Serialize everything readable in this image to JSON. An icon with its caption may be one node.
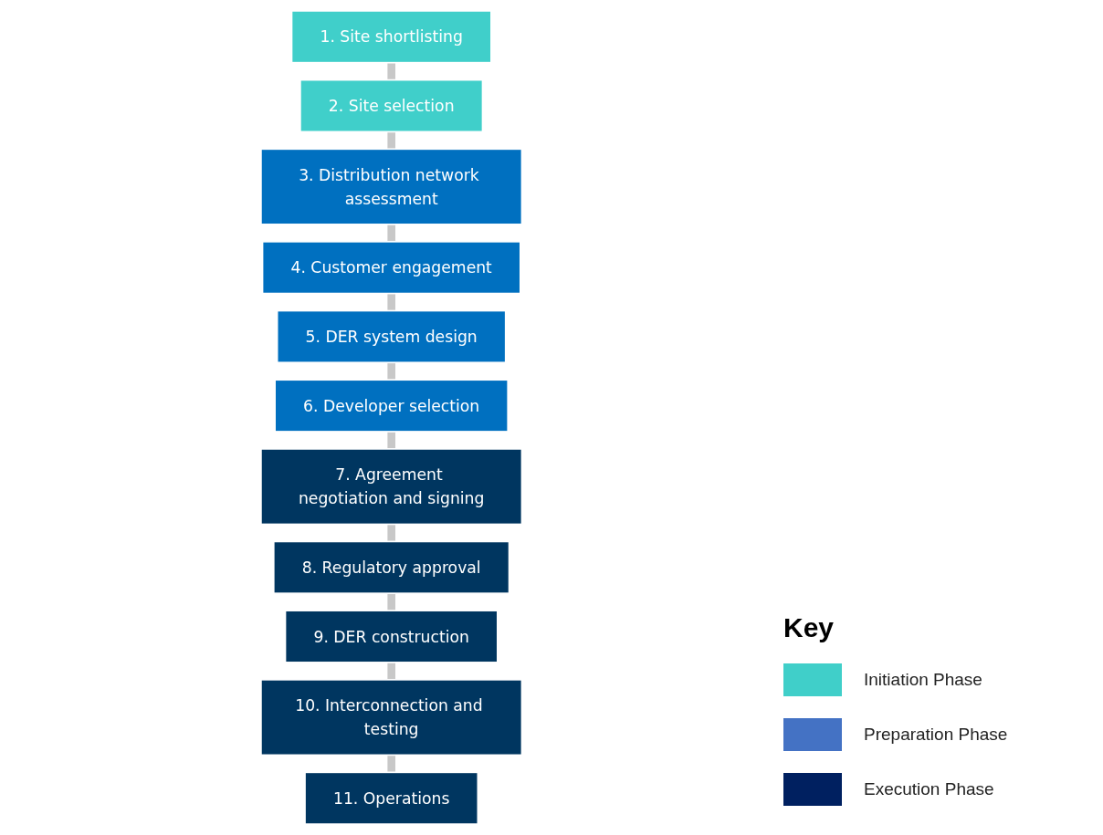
{
  "diagram": {
    "nodes": [
      {
        "text": [
          "1. Site shortlisting"
        ]
      },
      {
        "text": [
          "2. Site selection"
        ]
      },
      {
        "text": [
          "3. Distribution network assessment"
        ]
      },
      {
        "text": [
          "4. Customer engagement"
        ]
      },
      {
        "text": [
          "5. DER system design"
        ]
      },
      {
        "text": [
          "6. Developer selection"
        ]
      },
      {
        "text": [
          "7. Agreement negotiation and signing"
        ]
      },
      {
        "text": [
          "8. Regulatory approval"
        ]
      },
      {
        "text": [
          "9. DER construction"
        ]
      },
      {
        "text": [
          "10. Interconnection and testing"
        ]
      },
      {
        "text": [
          "11. Operations"
        ]
      }
    ],
    "edges": [
      {
        "from": 0,
        "to": 1,
        "arrow": "none"
      },
      {
        "from": 1,
        "to": 2,
        "arrow": "none"
      },
      {
        "from": 2,
        "to": 3,
        "arrow": "none"
      },
      {
        "from": 3,
        "to": 4,
        "arrow": "none"
      },
      {
        "from": 4,
        "to": 5,
        "arrow": "none"
      },
      {
        "from": 5,
        "to": 6,
        "arrow": "none"
      },
      {
        "from": 6,
        "to": 7,
        "arrow": "none"
      },
      {
        "from": 7,
        "to": 8,
        "arrow": "none"
      },
      {
        "from": 8,
        "to": 9,
        "arrow": "none"
      },
      {
        "from": 9,
        "to": 10,
        "arrow": "none"
      }
    ],
    "labels": [
      "Key"
    ],
    "legend": [
      {
        "text": "Initiation Phase",
        "color": "#40cfc9"
      },
      {
        "text": "Preparation Phase",
        "color": "#4472c4"
      },
      {
        "text": "Execution Phase",
        "color": "#002060"
      }
    ]
  }
}
